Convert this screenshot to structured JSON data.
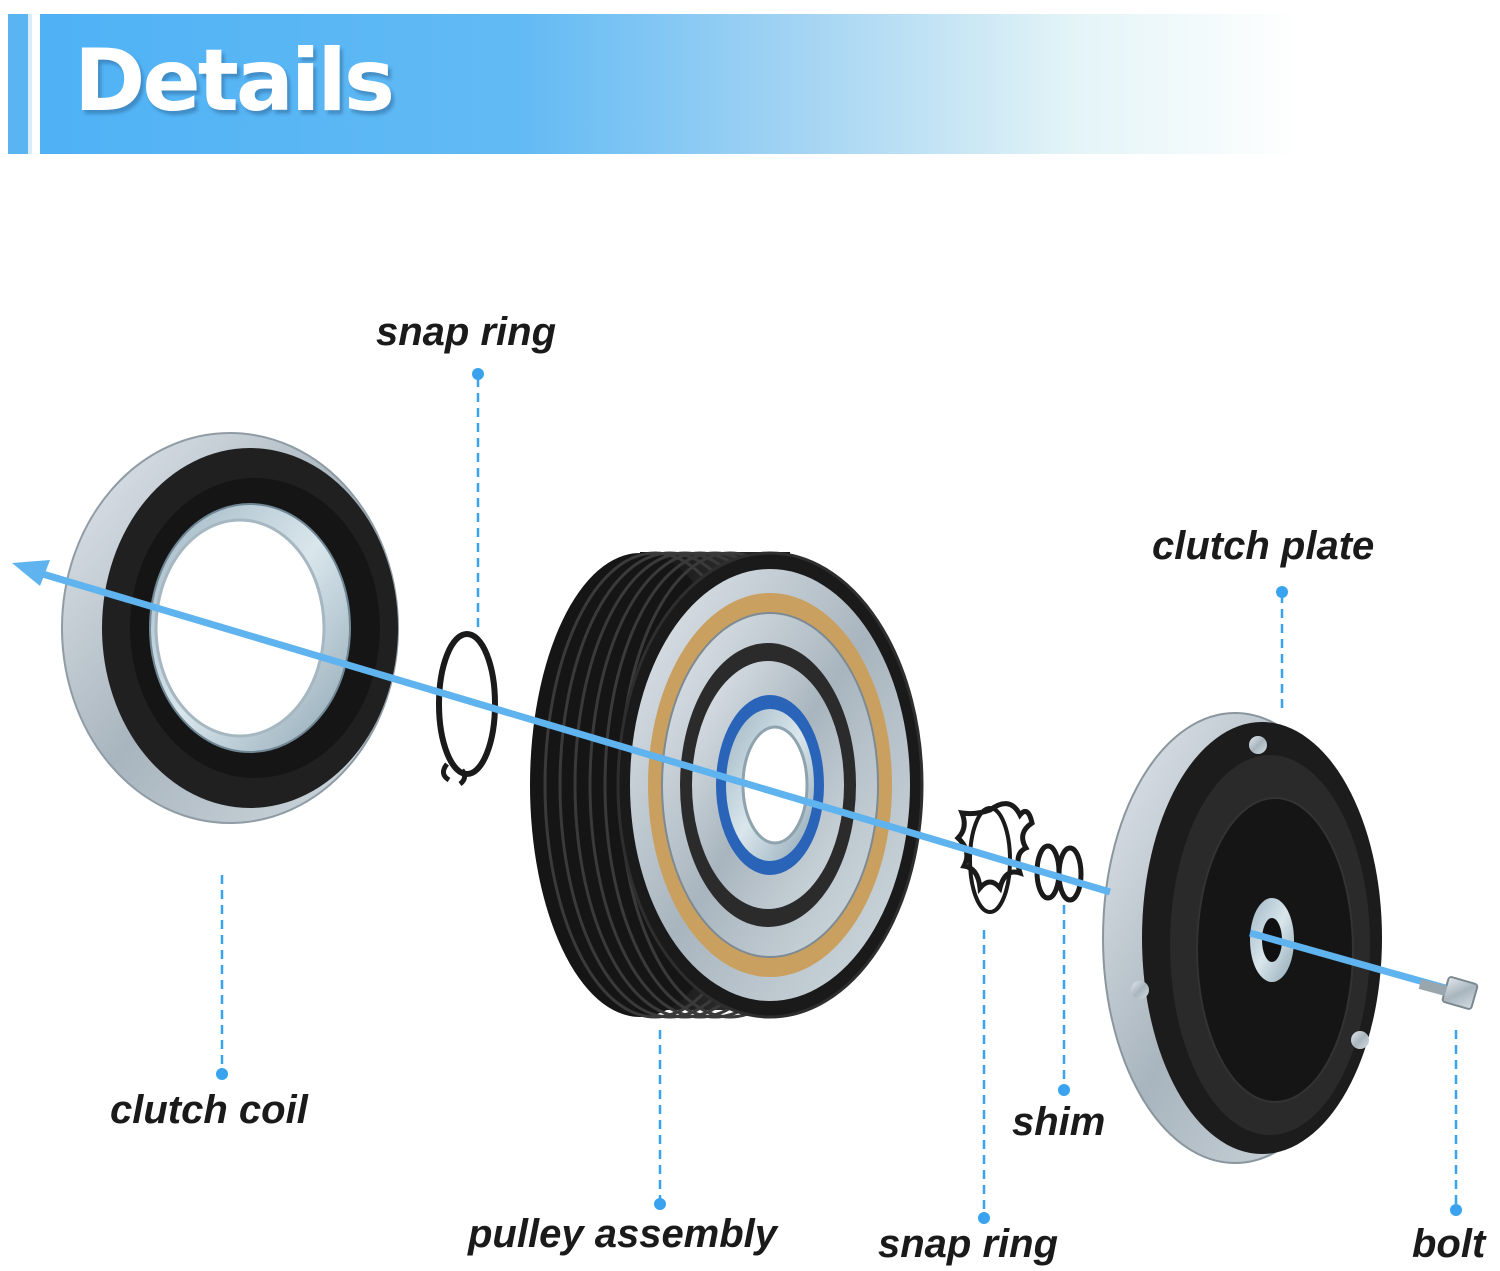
{
  "header": {
    "title": "Details"
  },
  "labels": {
    "snap_ring_top": "snap ring",
    "clutch_plate": "clutch plate",
    "clutch_coil": "clutch coil",
    "shim": "shim",
    "pulley_assembly": "pulley assembly",
    "snap_ring_bottom": "snap ring",
    "bolt": "bolt"
  },
  "colors": {
    "accent_blue": "#5ab4f2",
    "axis_blue": "#5fb3ef",
    "leader_blue": "#3aa3ef",
    "rubber_black": "#1c1c1c",
    "metal_silver": "#b9c4cc",
    "friction_tan": "#c9a060",
    "bearing_blue": "#2a64b8"
  },
  "icons": [
    "axis-arrow-icon",
    "leader-dot-icon"
  ]
}
